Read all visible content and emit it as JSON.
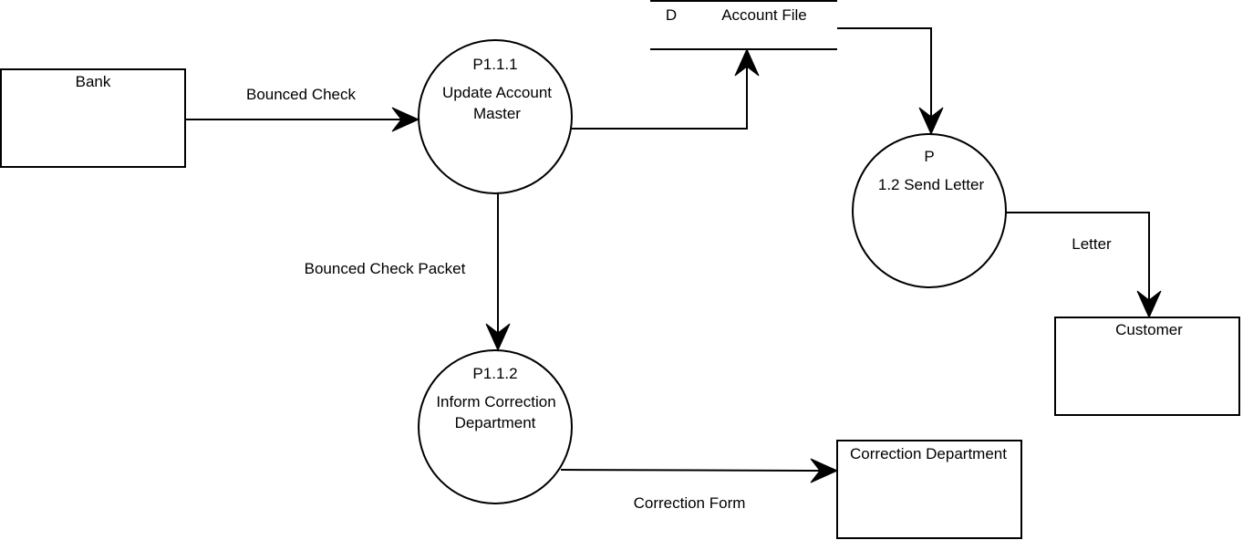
{
  "entities": {
    "bank": "Bank",
    "customer": "Customer",
    "correction_department": "Correction Department"
  },
  "processes": {
    "p111": {
      "id": "P1.1.1",
      "line1": "Update Account",
      "line2": "Master"
    },
    "p112": {
      "id": "P1.1.2",
      "line1": "Inform Correction",
      "line2": "Department"
    },
    "p12": {
      "id": "P",
      "line1": "1.2 Send Letter"
    }
  },
  "datastore": {
    "id": "D",
    "name": "Account File"
  },
  "flows": {
    "bounced_check": "Bounced Check",
    "bounced_check_packet": "Bounced Check Packet",
    "letter": "Letter",
    "correction_form": "Correction Form"
  }
}
